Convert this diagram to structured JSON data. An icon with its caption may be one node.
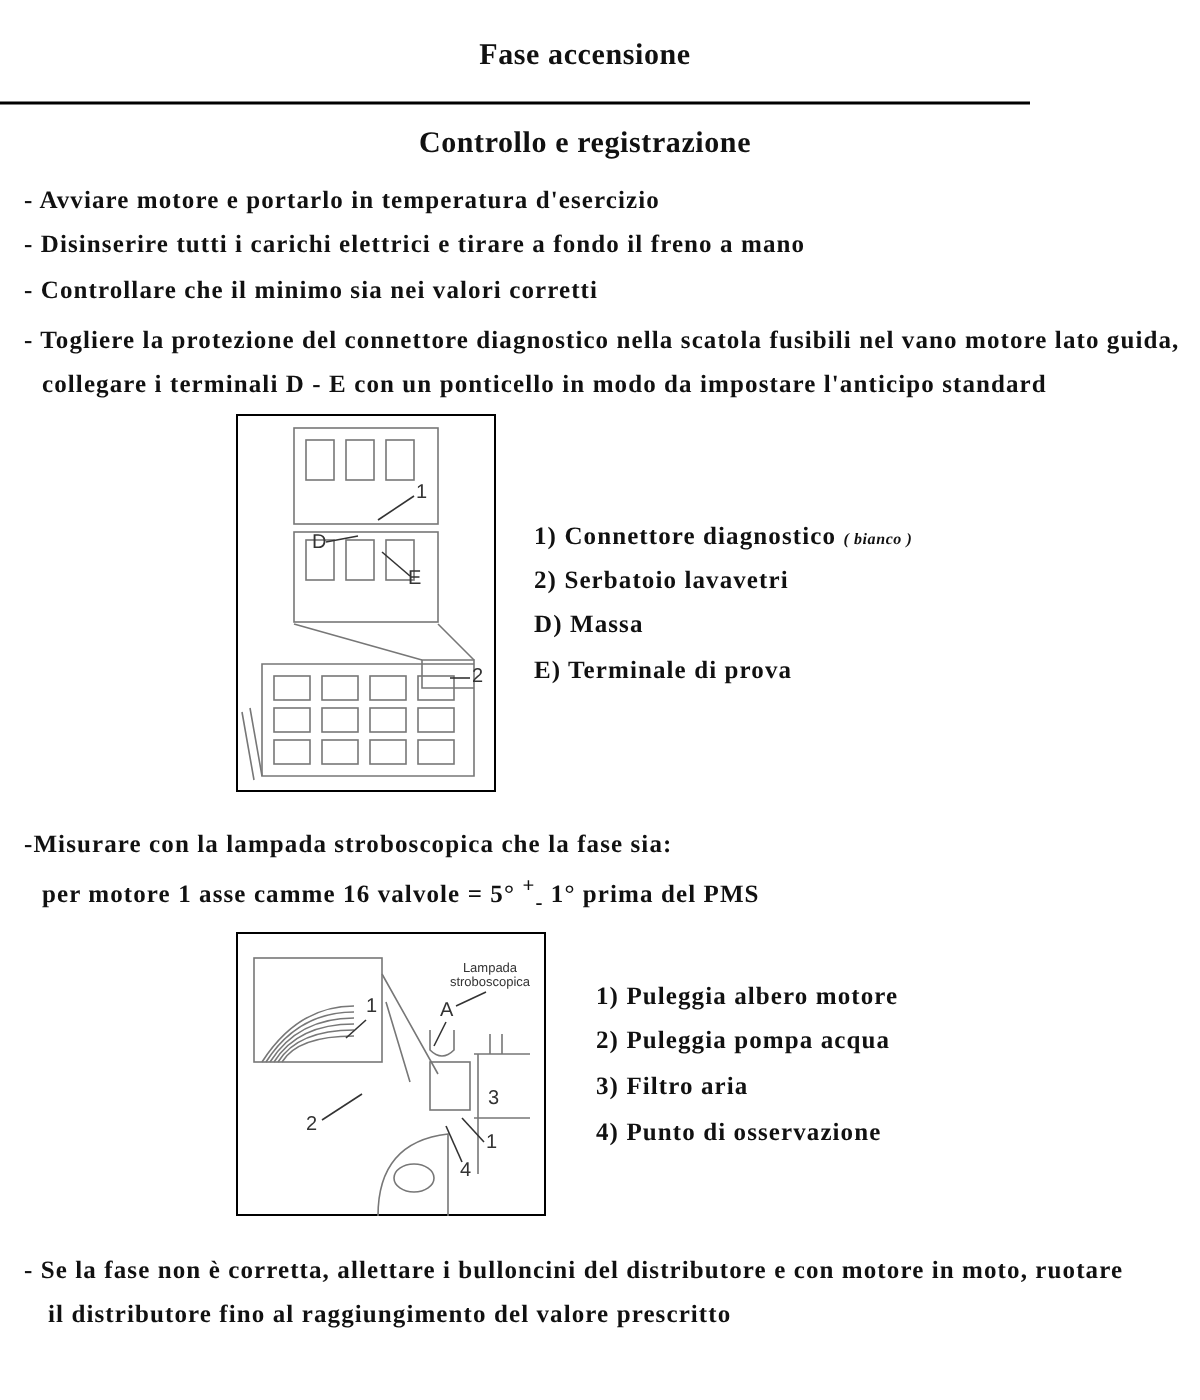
{
  "diagram": {
    "title": "Fase accensione",
    "nodes": [
      {
        "text": [],
        "shape": "picture"
      },
      {
        "text": [
          "1"
        ],
        "in": 0
      },
      {
        "text": [
          "D"
        ],
        "in": 0
      },
      {
        "text": [
          "E"
        ],
        "in": 0
      },
      {
        "text": [
          "2"
        ],
        "in": 0
      },
      {
        "text": [],
        "shape": "picture"
      },
      {
        "text": [
          "Lampada stroboscopica"
        ],
        "in": 5
      },
      {
        "text": [
          "A"
        ],
        "in": 5
      },
      {
        "text": [
          "1"
        ],
        "in": 5
      },
      {
        "text": [
          "2"
        ],
        "in": 5
      },
      {
        "text": [
          "1"
        ],
        "in": 5
      },
      {
        "text": [
          "4"
        ],
        "in": 5
      }
    ],
    "edges": [
      {
        "from": 1,
        "to": null,
        "arrow": "none"
      },
      {
        "from": 2,
        "to": null,
        "arrow": "none"
      },
      {
        "from": 3,
        "to": null,
        "arrow": "none"
      },
      {
        "from": 4,
        "to": null,
        "arrow": "none"
      },
      {
        "from": 6,
        "to": 7,
        "arrow": "none"
      },
      {
        "from": 7,
        "to": null,
        "arrow": "none"
      },
      {
        "from": 8,
        "to": null,
        "arrow": "none"
      },
      {
        "from": 9,
        "to": null,
        "arrow": "none"
      },
      {
        "from": 10,
        "to": null,
        "arrow": "none"
      },
      {
        "from": 11,
        "to": null,
        "arrow": "none"
      }
    ],
    "labels": [
      "Controllo e registrazione",
      "- Avviare motore e portarlo in temperatura d'esercizio",
      "- Disinserire tutti i carichi elettrici e tirare a fondo il freno a mano",
      "- Controllare che il minimo sia nei valori corretti",
      "- Togliere la protezione del connettore diagnostico nella scatola fusibili nel vano motore lato guida, collegare i terminali D - E con un ponticello in modo da impostare l'anticipo standard",
      "1) Connettore diagnostico *( bianco )*",
      "2) Serbatoio lavavetri",
      "D) Massa",
      "E) Terminale di prova",
      "-Misurare con la lampada stroboscopica che la fase sia:",
      "per motore 1 asse camme 16 valvole  =  5° $^{+}$$_{-}$ 1° prima del PMS",
      "3",
      "1) Puleggia albero motore",
      "2) Puleggia pompa acqua",
      "3) Filtro aria",
      "4) Punto di osservazione",
      "- Se la fase non è corretta, allettare i bulloncini del distributore e con motore in moto, ruotare il distributore fino al raggiungimento del valore prescritto"
    ]
  }
}
